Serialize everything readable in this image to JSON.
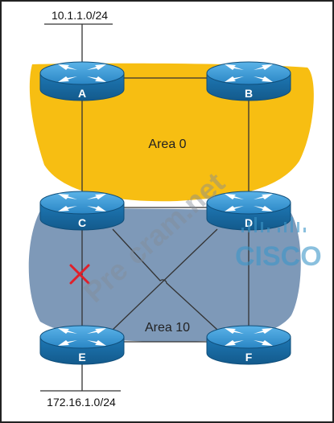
{
  "routers": [
    {
      "id": "A",
      "label": "A"
    },
    {
      "id": "B",
      "label": "B"
    },
    {
      "id": "C",
      "label": "C"
    },
    {
      "id": "D",
      "label": "D"
    },
    {
      "id": "E",
      "label": "E"
    },
    {
      "id": "F",
      "label": "F"
    }
  ],
  "areas": {
    "area0": {
      "label": "Area 0",
      "color": "#F7BE12"
    },
    "area10": {
      "label": "Area 10",
      "color": "#7E99B8"
    }
  },
  "networks": {
    "top": "10.1.1.0/24",
    "bottom": "172.16.1.0/24"
  },
  "links": [
    [
      "A",
      "B"
    ],
    [
      "A",
      "C"
    ],
    [
      "B",
      "D"
    ],
    [
      "C",
      "D"
    ],
    [
      "C",
      "E"
    ],
    [
      "C",
      "F"
    ],
    [
      "D",
      "E"
    ],
    [
      "D",
      "F"
    ],
    [
      "E",
      "F"
    ]
  ],
  "failed_link": [
    "C",
    "E"
  ],
  "watermark": {
    "text": "Pre",
    "text2": "cram.net",
    "brand": "CISCO"
  },
  "colors": {
    "router_body": "#1F7FBF",
    "router_top": "#3A9AD6",
    "link": "#333333",
    "failure_mark": "#E0202A"
  }
}
